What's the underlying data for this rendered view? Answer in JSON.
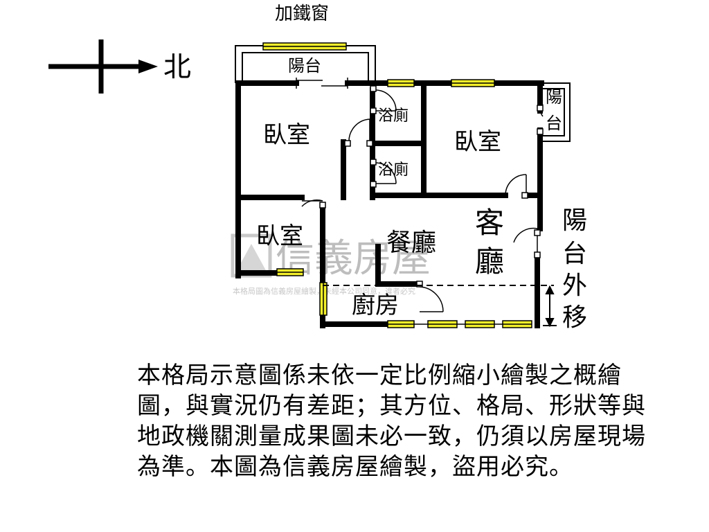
{
  "compass": {
    "direction_label": "北"
  },
  "labels": {
    "iron_window": "加鐵窗",
    "balcony_top": "陽台",
    "balcony_right": "陽台",
    "bathroom_1": "浴廁",
    "bathroom_2": "浴廁",
    "bedroom_1": "臥室",
    "bedroom_2": "臥室",
    "bedroom_3": "臥室",
    "dining": "餐廳",
    "living_1": "客",
    "living_2": "廳",
    "kitchen": "廚房",
    "balcony_moved_1": "陽",
    "balcony_moved_2": "台",
    "balcony_moved_3": "外",
    "balcony_moved_4": "移"
  },
  "watermark": {
    "brand": "信義房屋",
    "subtext": "本格局圖為信義房屋繪製，未經本公司同意，違者必究"
  },
  "disclaimer": "本格局示意圖係未依一定比例縮小繪製之概繪圖，與實況仍有差距；其方位、格局、形狀等與地政機關測量成果圖未必一致，仍須以房屋現場為準。本圖為信義房屋繪製，盜用必究。",
  "colors": {
    "wall": "#000000",
    "window_fill": "#f2ee2a",
    "watermark": "#bdbdbd"
  }
}
